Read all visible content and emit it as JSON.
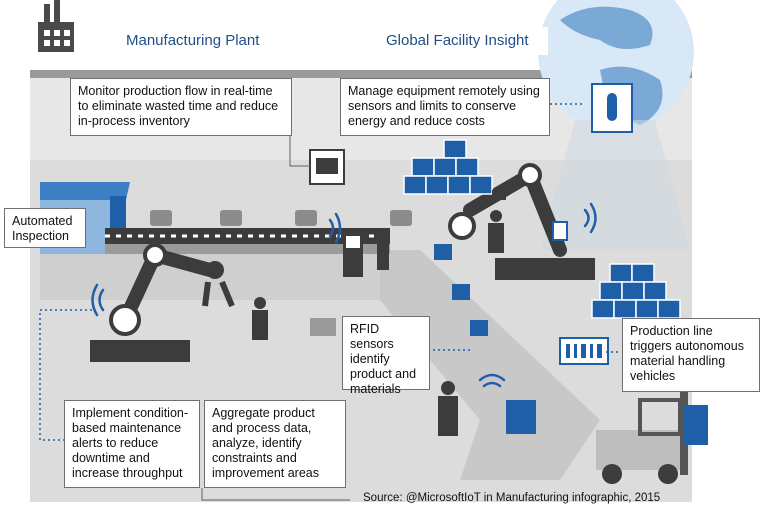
{
  "header": {
    "plant_title": "Manufacturing Plant",
    "insight_title": "Global Facility Insight"
  },
  "callouts": {
    "monitor": "Monitor production flow in real-time to eliminate wasted time and reduce in-process inventory",
    "manage": "Manage equipment remotely using sensors and limits to conserve energy and reduce costs",
    "inspection": "Automated Inspection",
    "rfid": "RFID sensors identify product and materials",
    "production_line": "Production line triggers autonomous material handling vehicles",
    "maintenance": "Implement condition-based maintenance alerts to reduce downtime and increase throughput",
    "aggregate": "Aggregate product and process data, analyze, identify constraints and improvement areas"
  },
  "source": "Source: @MicrosoftIoT in Manufacturing infographic, 2015",
  "colors": {
    "accent_blue": "#1f5fa8",
    "title_blue": "#1e4f86",
    "floor_gray": "#d9d9d9",
    "machine_dark": "#3c3c3c"
  }
}
